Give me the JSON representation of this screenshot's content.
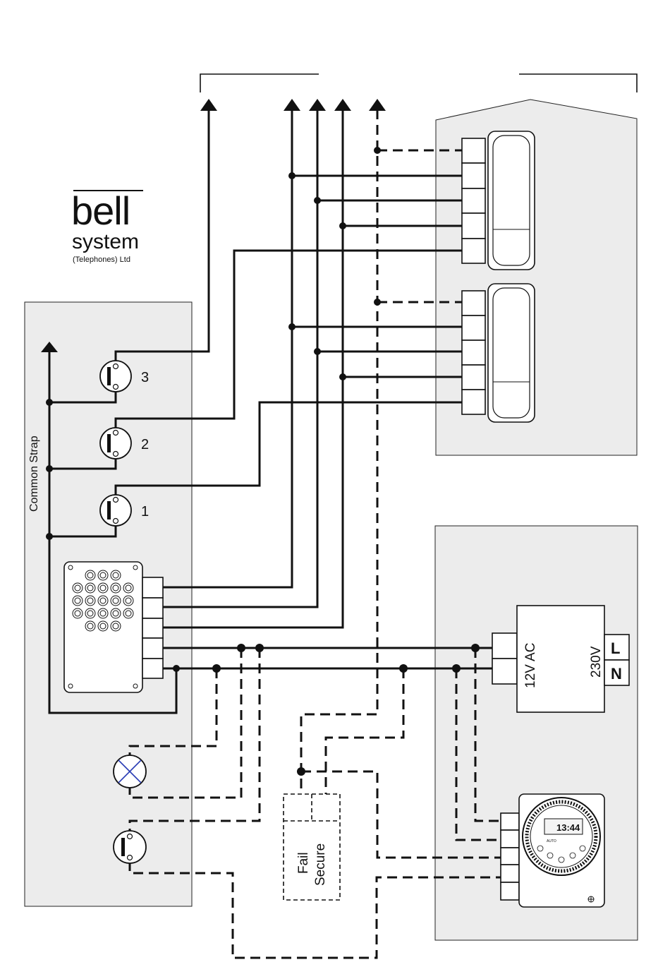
{
  "logo": {
    "line1": "bell",
    "line2": "system",
    "line3": "(Telephones) Ltd"
  },
  "left_panel": {
    "strap_label": "Common Strap",
    "buttons": [
      "3",
      "2",
      "1"
    ]
  },
  "transformer": {
    "secondary_label": "12V AC",
    "primary_label": "230V",
    "live_terminal": "L",
    "neutral_terminal": "N"
  },
  "lock": {
    "label_line1": "Fail",
    "label_line2": "Secure"
  },
  "timer": {
    "display_time": "13:44",
    "mode_label": "AUTO"
  }
}
